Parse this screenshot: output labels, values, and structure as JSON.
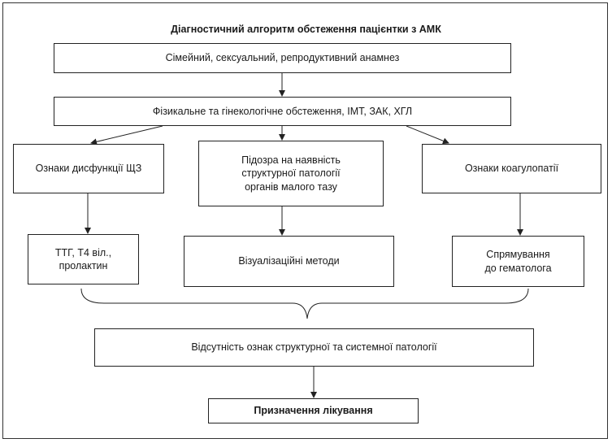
{
  "title": "Діагностичний алгоритм обстеження пацієнтки з АМК",
  "nodes": {
    "anamnesis": "Сімейний, сексуальний, репродуктивний анамнез",
    "exam": "Фізикальне та гінекологічне обстеження, ІМТ, ЗАК, ХГЛ",
    "thyroid_signs": "Ознаки дисфункції ЩЗ",
    "structural_suspicion": "Підозра на наявність\nструктурної патології\nорганів малого тазу",
    "coagulopathy_signs": "Ознаки коагулопатії",
    "thyroid_tests": "ТТГ, Т4 віл.,\nпролактин",
    "imaging": "Візуалізаційні методи",
    "hematology_referral": "Спрямування\nдо гематолога",
    "no_pathology": "Відсутність ознак структурної та системної патології",
    "treatment": "Призначення лікування"
  },
  "colors": {
    "line": "#222222",
    "border": "#333333"
  }
}
